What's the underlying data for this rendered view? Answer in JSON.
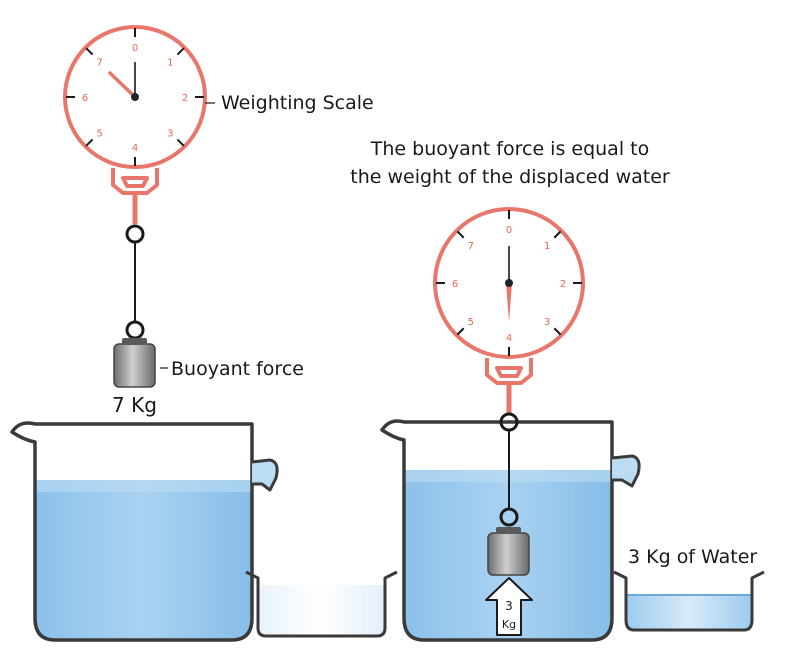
{
  "labels": {
    "scale": "Weighting Scale",
    "buoyant": "Buoyant force",
    "weight_left": "7 Kg",
    "principle_line1": "The buoyant force is equal to",
    "principle_line2": "the weight of the displaced water",
    "water_weight": "3 Kg of Water",
    "arrow_num": "3",
    "arrow_unit": "Kg"
  },
  "dial": {
    "numbers": [
      "0",
      "1",
      "2",
      "3",
      "4",
      "5",
      "6",
      "7"
    ]
  },
  "colors": {
    "scale": "#e8766a",
    "water": "#8ec3eb",
    "beaker_outline": "#3a3a3a",
    "weight": "#8c8c8c"
  }
}
